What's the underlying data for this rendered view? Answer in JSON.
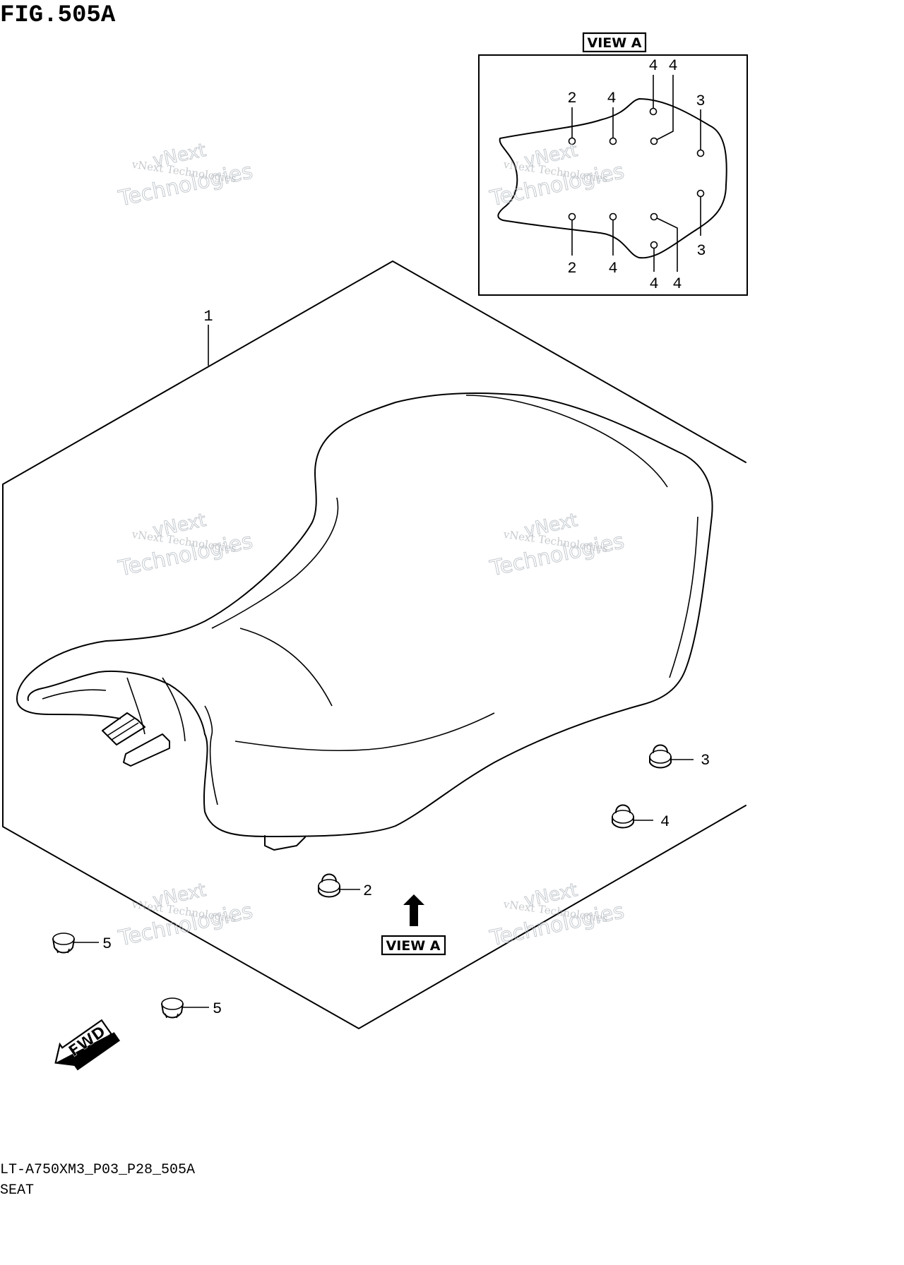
{
  "figure": {
    "title": "FIG.505A",
    "model_code": "LT-A750XM3_P03_P28_505A",
    "section_name": "SEAT"
  },
  "view_a": {
    "label": "VIEW A",
    "callouts": {
      "top_2": "2",
      "top_4a": "4",
      "top_4b": "4",
      "top_4c": "4",
      "top_3": "3",
      "bot_2": "2",
      "bot_4a": "4",
      "bot_4b": "4",
      "bot_4c": "4",
      "bot_3": "3"
    }
  },
  "callouts": {
    "seat": "1",
    "part_2": "2",
    "part_3": "3",
    "part_4": "4",
    "part_5a": "5",
    "part_5b": "5"
  },
  "view_a_marker": "VIEW A",
  "fwd_label": "FWD",
  "watermark": {
    "line1": "vNext",
    "line2": "vNext Technologies",
    "line3": "Technologies"
  },
  "colors": {
    "ink": "#000000",
    "background": "#ffffff",
    "watermark": "#9aa0a6"
  }
}
